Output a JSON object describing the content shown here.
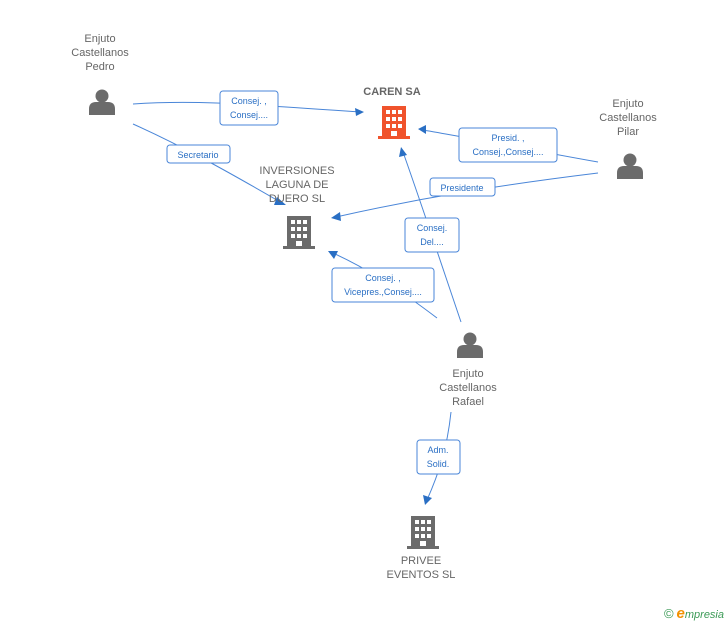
{
  "colors": {
    "edge": "#4a86d8",
    "edge_text": "#2a6fc4",
    "company_main": "#f0532c",
    "company": "#6b6b6b",
    "person": "#6b6b6b",
    "label": "#666666",
    "brand_green": "#3a9a55",
    "brand_orange": "#f29100"
  },
  "nodes": {
    "pedro": {
      "type": "person",
      "lines": [
        "Enjuto",
        "Castellanos",
        "Pedro"
      ]
    },
    "pilar": {
      "type": "person",
      "lines": [
        "Enjuto",
        "Castellanos",
        "Pilar"
      ]
    },
    "rafael": {
      "type": "person",
      "lines": [
        "Enjuto",
        "Castellanos",
        "Rafael"
      ]
    },
    "caren": {
      "type": "company-main",
      "lines": [
        "CAREN SA"
      ]
    },
    "inversiones": {
      "type": "company",
      "lines": [
        "INVERSIONES",
        "LAGUNA DE",
        "DUERO SL"
      ]
    },
    "privee": {
      "type": "company",
      "lines": [
        "PRIVEE",
        "EVENTOS SL"
      ]
    }
  },
  "edges": [
    {
      "from": "pedro",
      "to": "caren",
      "lines": [
        "Consej. ,",
        "Consej...."
      ]
    },
    {
      "from": "pedro",
      "to": "inversiones",
      "lines": [
        "Secretario"
      ]
    },
    {
      "from": "pilar",
      "to": "caren",
      "lines": [
        "Presid. ,",
        "Consej.,Consej...."
      ]
    },
    {
      "from": "pilar",
      "to": "inversiones",
      "lines": [
        "Presidente"
      ]
    },
    {
      "from": "rafael",
      "to": "caren",
      "lines": [
        "Consej.",
        "Del...."
      ]
    },
    {
      "from": "rafael",
      "to": "inversiones",
      "lines": [
        "Consej. ,",
        "Vicepres.,Consej...."
      ]
    },
    {
      "from": "rafael",
      "to": "privee",
      "lines": [
        "Adm.",
        "Solid."
      ]
    }
  ],
  "footer": {
    "copyright": "©",
    "brand_initial": "e",
    "brand_rest": "mpresia"
  }
}
